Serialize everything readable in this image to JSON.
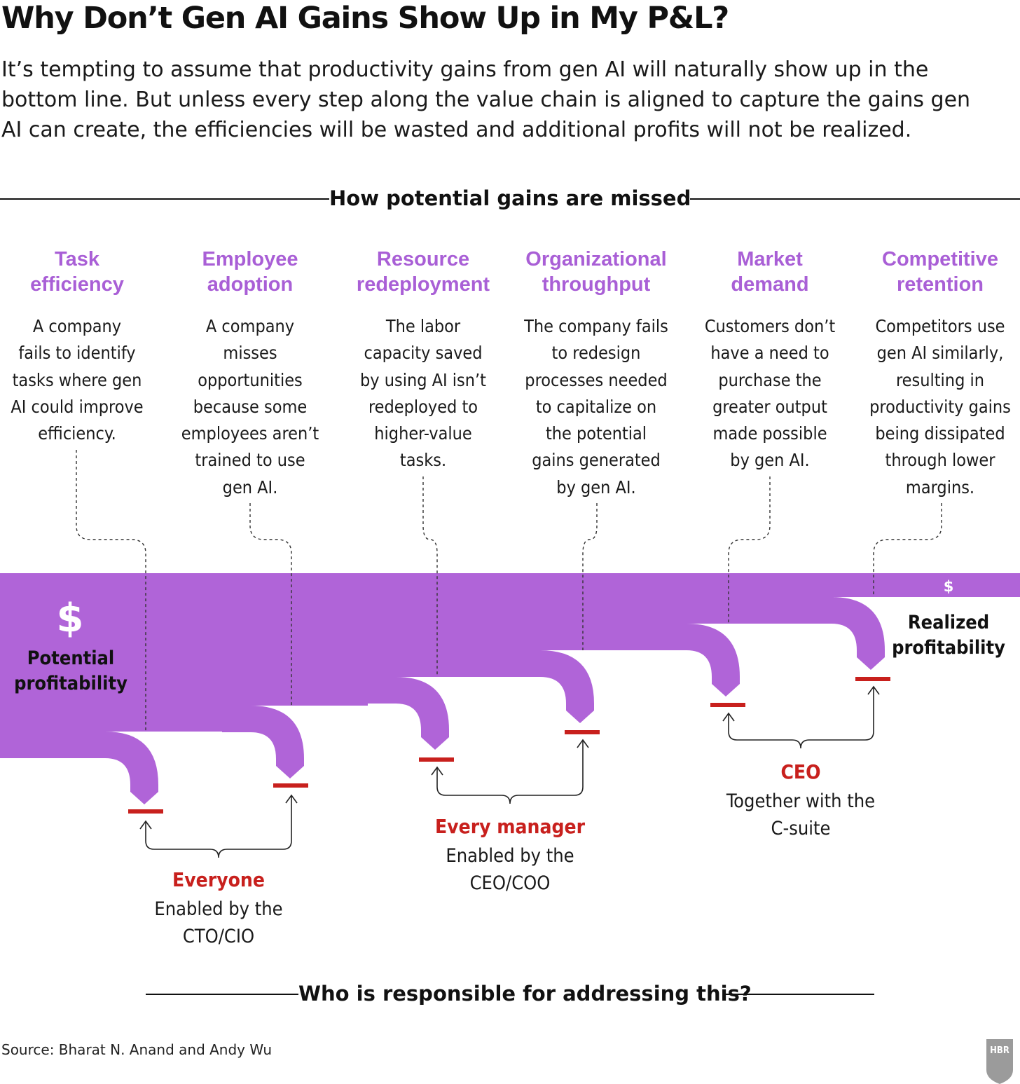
{
  "title": "Why Don’t Gen AI Gains Show Up in My P&L?",
  "intro_lines": [
    "It’s tempting to assume that productivity gains from gen AI will naturally show up in the",
    "bottom line. But unless every step along the value chain is aligned to capture the gains gen",
    "AI can create, the efficiencies will be wasted and additional profits will not be realized."
  ],
  "top_heading": "How potential gains are missed",
  "bottom_heading": "Who is responsible for addressing this?",
  "stages": [
    {
      "title": [
        "Task",
        "efficiency"
      ],
      "desc": [
        "A company",
        "fails to identify",
        "tasks where gen",
        "AI could improve",
        "efficiency."
      ]
    },
    {
      "title": [
        "Employee",
        "adoption"
      ],
      "desc": [
        "A company",
        "misses",
        "opportunities",
        "because some",
        "employees aren’t",
        "trained to use",
        "gen AI."
      ]
    },
    {
      "title": [
        "Resource",
        "redeployment"
      ],
      "desc": [
        "The labor",
        "capacity saved",
        "by using AI isn’t",
        "redeployed to",
        "higher-value",
        "tasks."
      ]
    },
    {
      "title": [
        "Organizational",
        "throughput"
      ],
      "desc": [
        "The company fails",
        "to redesign",
        "processes needed",
        "to capitalize on",
        "the potential",
        "gains generated",
        "by gen AI."
      ]
    },
    {
      "title": [
        "Market",
        "demand"
      ],
      "desc": [
        "Customers don’t",
        "have a need to",
        "purchase the",
        "greater output",
        "made possible",
        "by gen AI."
      ]
    },
    {
      "title": [
        "Competitive",
        "retention"
      ],
      "desc": [
        "Competitors use",
        "gen AI similarly,",
        "resulting in",
        "productivity gains",
        "being dissipated",
        "through lower",
        "margins."
      ]
    }
  ],
  "potential_label": [
    "Potential",
    "profitability"
  ],
  "realized_label": [
    "Realized",
    "profitability"
  ],
  "dollar_symbol": "$",
  "responsible": [
    {
      "title": "Everyone",
      "desc": [
        "Enabled by the",
        "CTO/CIO"
      ]
    },
    {
      "title": "Every manager",
      "desc": [
        "Enabled by the",
        "CEO/COO"
      ]
    },
    {
      "title": "CEO",
      "desc": [
        "Together with the",
        "C-suite"
      ]
    }
  ],
  "source": "Source: Bharat N. Anand and Andy Wu",
  "logo_text": "HBR",
  "colors": {
    "flow": "#b064d8",
    "stage_title": "#a95fd6",
    "responsible": "#c8201d",
    "logo": "#9b9b9b"
  }
}
